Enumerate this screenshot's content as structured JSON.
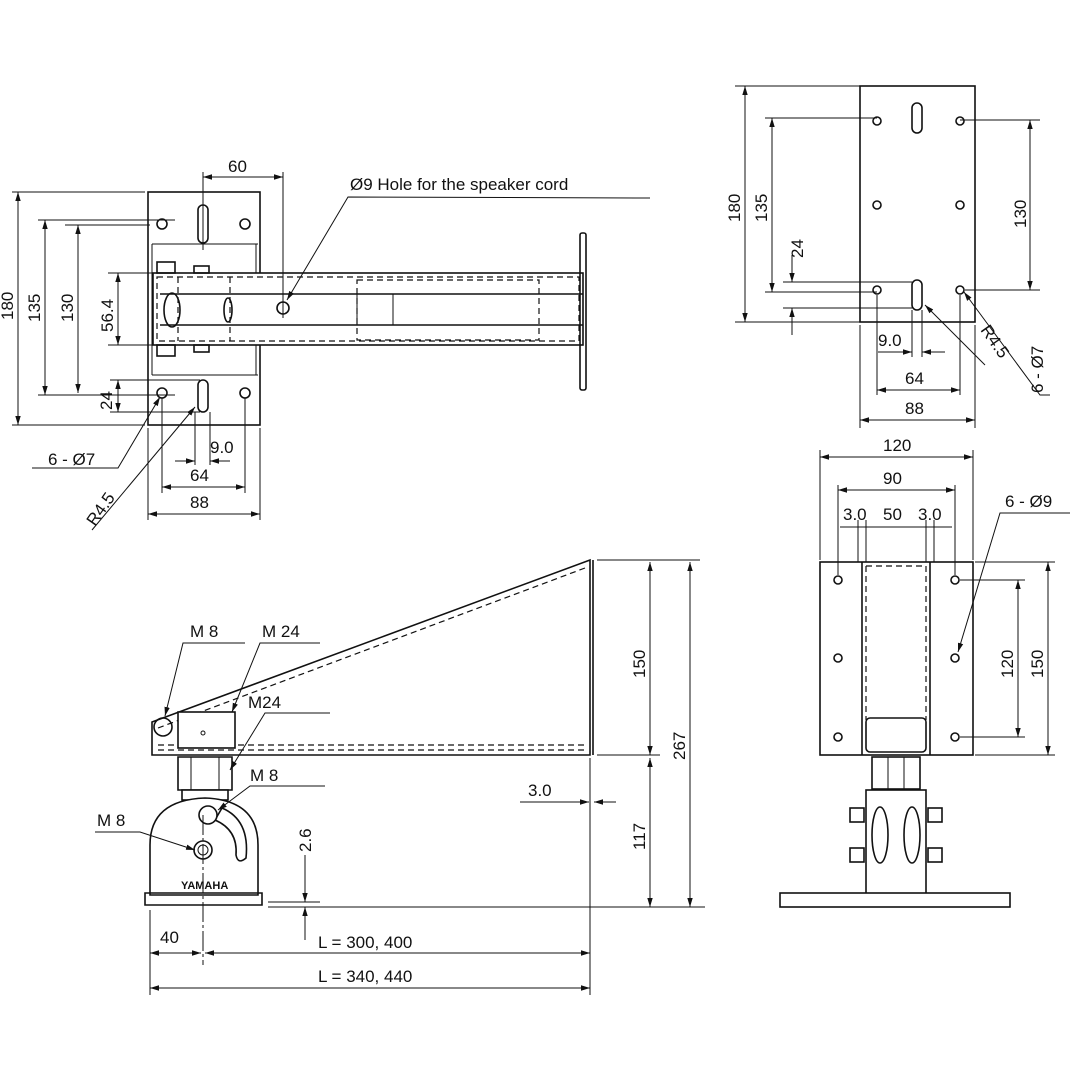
{
  "top_view": {
    "dim_60": "60",
    "cord_hole_note": "Ø9 Hole for the speaker cord",
    "dim_180": "180",
    "dim_135": "135",
    "dim_130": "130",
    "dim_56_4": "56.4",
    "dim_24": "24",
    "holes_note": "6 - Ø7",
    "radius_note": "R4.5",
    "dim_9_0": "9.0",
    "dim_64": "64",
    "dim_88": "88"
  },
  "plate_view": {
    "dim_180": "180",
    "dim_135": "135",
    "dim_24": "24",
    "dim_130": "130",
    "dim_9_0": "9.0",
    "dim_64": "64",
    "dim_88": "88",
    "radius_note": "R4.5",
    "holes_note": "6 - Ø7"
  },
  "end_view": {
    "dim_120_top": "120",
    "dim_90": "90",
    "dim_3_0_left": "3.0",
    "dim_50": "50",
    "dim_3_0_right": "3.0",
    "holes_note": "6 - Ø9",
    "dim_120_side": "120",
    "dim_150": "150"
  },
  "side_view": {
    "m8_top": "M 8",
    "m24_top": "M 24",
    "m24_nut": "M24",
    "m8_mid": "M 8",
    "m8_low": "M 8",
    "brand": "YAMAHA",
    "dim_2_6": "2.6",
    "dim_3_0": "3.0",
    "dim_150": "150",
    "dim_117": "117",
    "dim_267": "267",
    "dim_40": "40",
    "length_short": "L = 300, 400",
    "length_long": "L = 340, 440"
  }
}
